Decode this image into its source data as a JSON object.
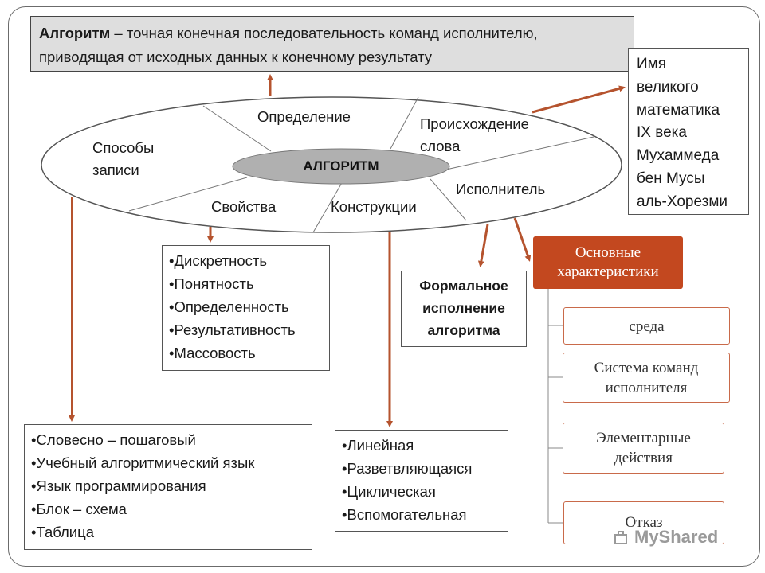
{
  "definition": {
    "term": "Алгоритм",
    "line1_rest": " – точная конечная последовательность команд исполнителю,",
    "line2": "приводящая от исходных данных к конечному результату"
  },
  "center": {
    "label": "АЛГОРИТМ"
  },
  "sectors": {
    "definition": "Определение",
    "origin": [
      "Происхождение",
      "слова"
    ],
    "notation": [
      "Способы",
      "записи"
    ],
    "executor": "Исполнитель",
    "properties": "Свойства",
    "constructs": "Конструкции"
  },
  "origin_box": [
    "Имя",
    "великого",
    "математика",
    "IX века",
    "Мухаммеда",
    "бен Мусы",
    "аль-Хорезми"
  ],
  "properties_list": [
    "•Дискретность",
    "•Понятность",
    "•Определенность",
    "•Результативность",
    "•Массовость"
  ],
  "notation_list": [
    "•Словесно – пошаговый",
    "•Учебный алгоритмический язык",
    "•Язык программирования",
    "•Блок – схема",
    "•Таблица"
  ],
  "constructs_list": [
    "•Линейная",
    "•Разветвляющаяся",
    "•Циклическая",
    "•Вспомогательная"
  ],
  "formal": [
    "Формальное",
    "исполнение",
    "алгоритма"
  ],
  "characteristics": {
    "title": [
      "Основные",
      "характеристики"
    ],
    "items": [
      [
        "среда"
      ],
      [
        "Система команд",
        "исполнителя"
      ],
      [
        "Элементарные",
        "действия"
      ],
      [
        "Отказ"
      ]
    ]
  },
  "watermark": "MyShared",
  "colors": {
    "accent": "#c3481f",
    "arrow": "#b5532e",
    "def_bg": "#dedede",
    "center_fill": "#b0b0b0"
  }
}
